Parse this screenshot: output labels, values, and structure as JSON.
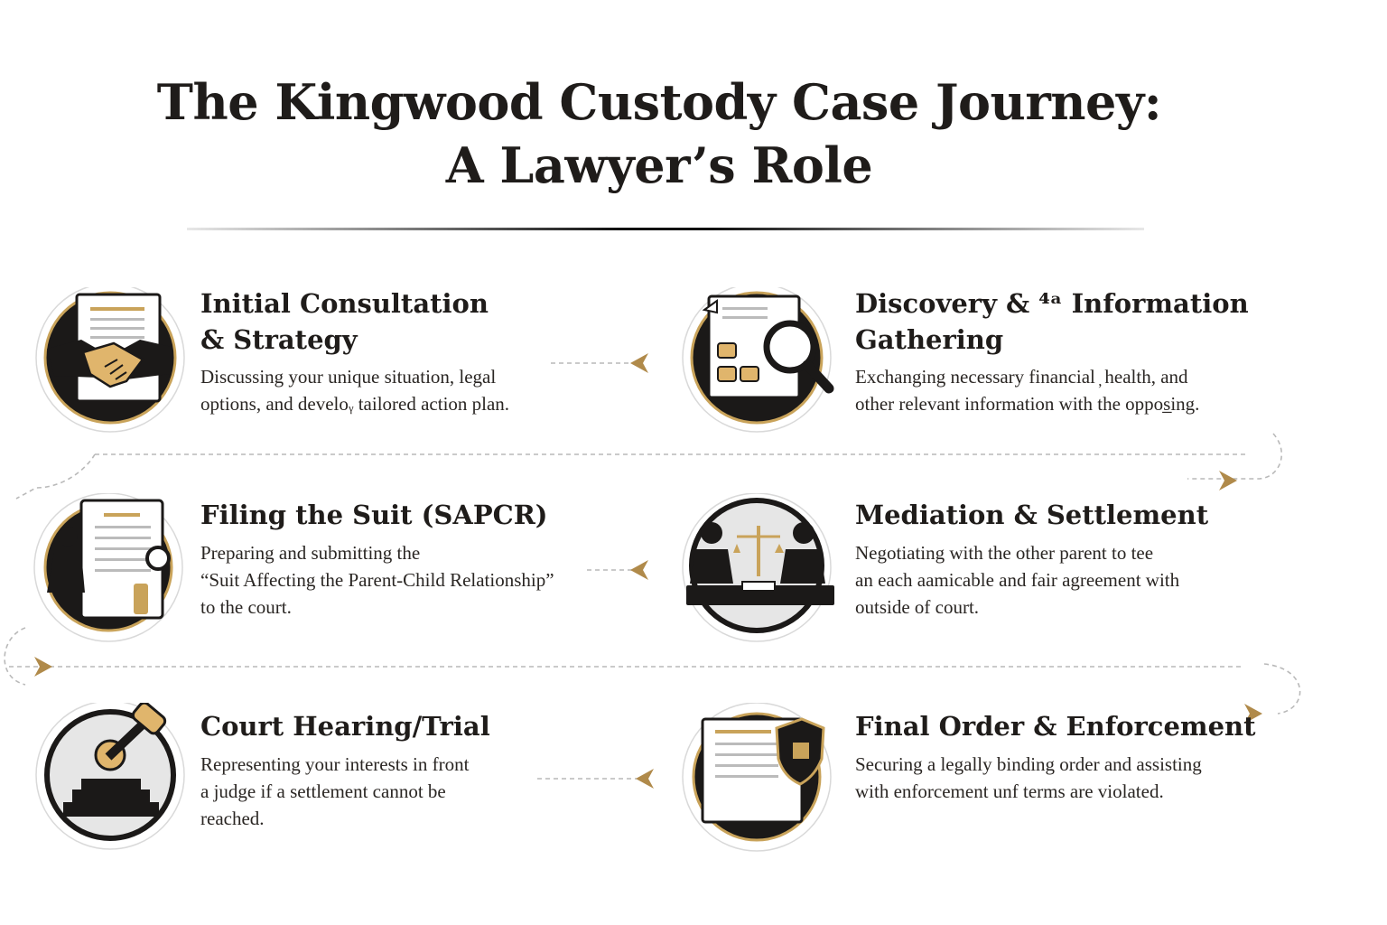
{
  "title": {
    "line1": "The Kingwood Custody Case Journey:",
    "line2": "A Lawyer’s Role"
  },
  "colors": {
    "gold": "#c9a35a",
    "dark": "#1b1918",
    "line": "#b9b9b9"
  },
  "steps": [
    {
      "title": "Initial Consultation\n& Strategy",
      "description": "Discussing your unique situation, legal\noptions, and develoᵧ tailored action plan.",
      "icon": "handshake-icon"
    },
    {
      "title": "Discovery & ⁴ᵃ Information\nGathering",
      "description": "Exchanging necessary financial ̦ health, and​\nother relevant information with the oppos̲ing.",
      "icon": "magnifying-glass-document-icon"
    },
    {
      "title": "Filing the Suit (SAPCR)",
      "description": "Preparing and submitting the\n“Suit Affecting the Parent-Child Relationship”\nto the court.",
      "icon": "filing-document-icon"
    },
    {
      "title": "Mediation & Settlement",
      "description": "Negotiating with the other parent to tee\nan each aamicable and fair agreement with\noutside of court.",
      "icon": "scales-of-justice-icon"
    },
    {
      "title": "Court Hearing/Trial",
      "description": "Representing your interests in front\na judge if a settlement cannot be\nreached.",
      "icon": "gavel-icon"
    },
    {
      "title": "Final Order & Enforcement",
      "description": "Securing a legally binding order and assisting\nwith enforcement unf terms are violated.",
      "icon": "shield-document-icon"
    }
  ]
}
